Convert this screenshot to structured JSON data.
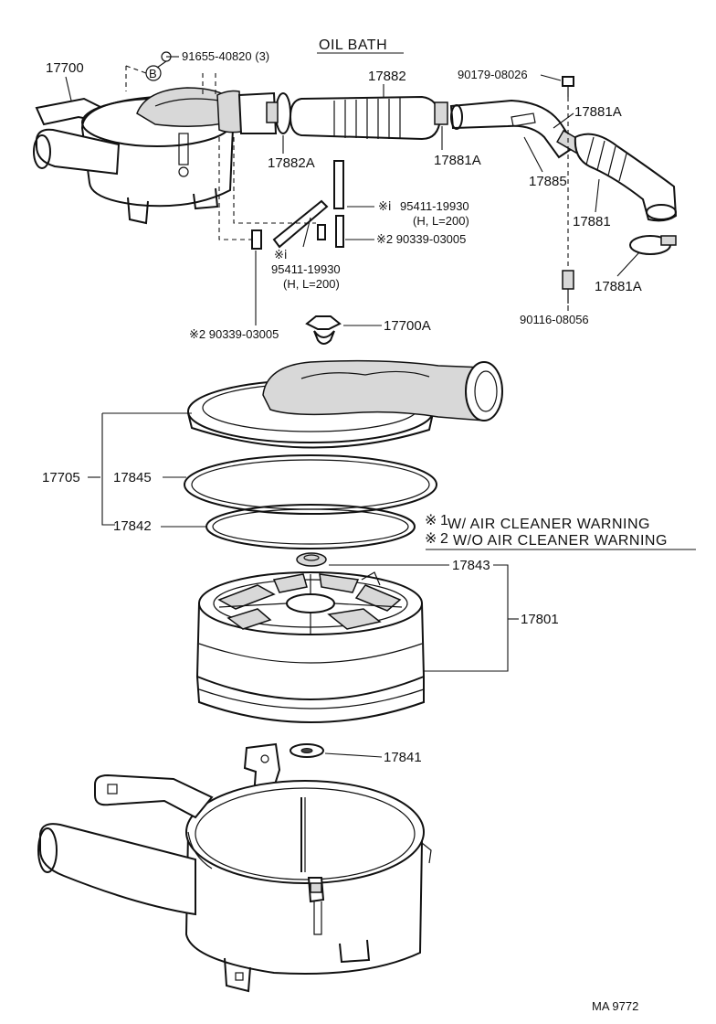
{
  "title": "OIL BATH",
  "footer_code": "MA 9772",
  "ref_letter": "B",
  "notes": [
    {
      "mark": "※",
      "num": "1",
      "text": "W/ AIR CLEANER WARNING"
    },
    {
      "mark": "※",
      "num": "2",
      "text": "W/O AIR CLEANER WARNING"
    }
  ],
  "labels": {
    "p17700": "17700",
    "p91655": "91655-40820 (3)",
    "p17882": "17882",
    "p90179": "90179-08026",
    "p17881A_r": "17881A",
    "p17882A": "17882A",
    "p17881A_m": "17881A",
    "p17885": "17885",
    "p17881": "17881",
    "p95411_r_mark": "※ⅰ",
    "p95411_r": "95411-19930",
    "p95411_r_size": "(H, L=200)",
    "p90339_r": "※2 90339-03005",
    "p95411_l_mark": "※ⅰ",
    "p95411_l": "95411-19930",
    "p95411_l_size": "(H, L=200)",
    "p17881A_lo": "17881A",
    "p90116": "90116-08056",
    "p90339_l": "※2 90339-03005",
    "p17700A": "17700A",
    "p17705": "17705",
    "p17845": "17845",
    "p17842": "17842",
    "p17843": "17843",
    "p17801": "17801",
    "p17841": "17841"
  }
}
